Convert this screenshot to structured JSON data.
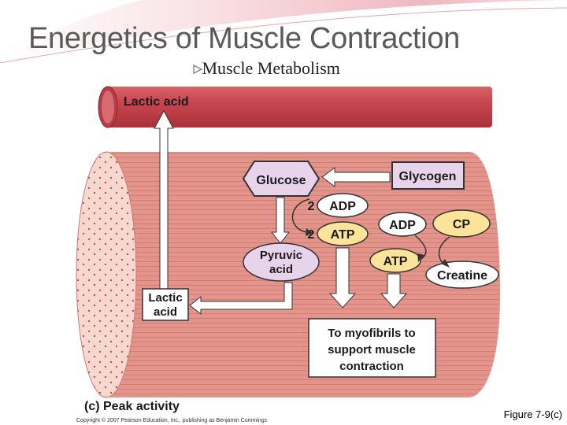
{
  "slide": {
    "title": "Energetics of Muscle Contraction",
    "subtitle": "Muscle Metabolism",
    "figure_ref": "Figure 7-9(c)"
  },
  "diagram": {
    "blood_vessel_label": "Lactic acid",
    "glucose": "Glucose",
    "glycogen": "Glycogen",
    "adp_count": "2",
    "adp_label": "ADP",
    "atp_count": "2",
    "atp_label": "ATP",
    "pyruvic_line1": "Pyruvic",
    "pyruvic_line2": "acid",
    "lactic_line1": "Lactic",
    "lactic_line2": "acid",
    "adp2_label": "ADP",
    "cp_label": "CP",
    "atp2_label": "ATP",
    "creatine_label": "Creatine",
    "myofibrils_line1": "To myofibrils to",
    "myofibrils_line2": "support muscle",
    "myofibrils_line3": "contraction",
    "panel_label": "(c) Peak activity",
    "copyright": "Copyright © 2007 Pearson Education, Inc., publishing as Benjamin Cummings"
  },
  "colors": {
    "vessel": "#c8454e",
    "muscle": "#e3958c",
    "muscle_end": "#f6d8d0",
    "glucose_box": "#e8d4ea",
    "atp_fill": "#fbe49a",
    "arrow_fill": "#ffffff"
  }
}
